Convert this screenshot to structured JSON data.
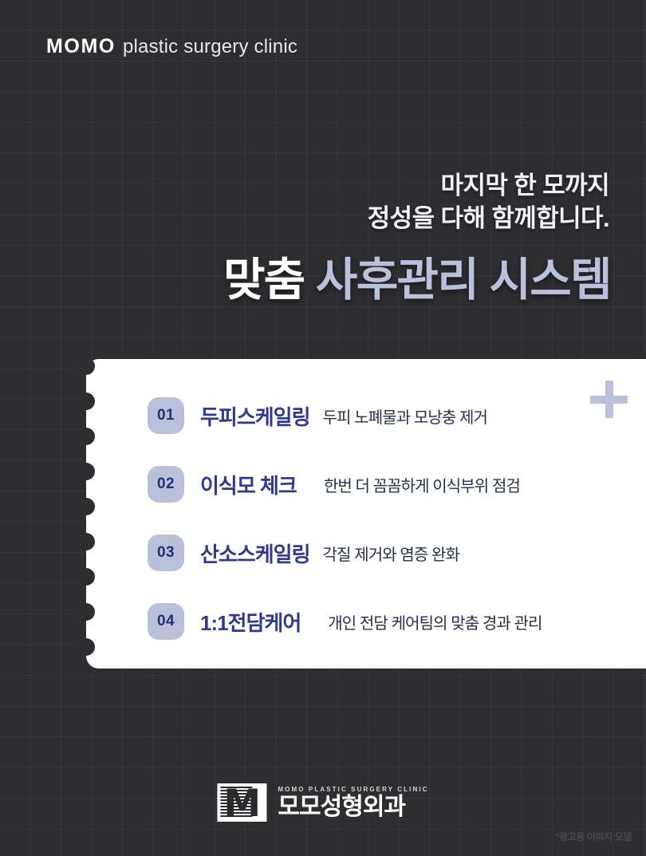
{
  "colors": {
    "background": "#2e2e30",
    "grid_line": "#3a3a3e",
    "card_bg": "#ffffff",
    "accent_periwinkle": "#b9c1dd",
    "badge_bg": "#b9c0da",
    "badge_text": "#262f73",
    "item_title": "#2f3a8c",
    "item_desc": "#243047",
    "headline": "#f2f2f4",
    "disclaimer": "#4a4a4d"
  },
  "brand": {
    "mark": "MOMO",
    "sub": "plastic surgery clinic"
  },
  "headline": {
    "line1": "마지막 한 모까지",
    "line2": "정성을 다해 함께합니다."
  },
  "title": {
    "white_part": "맞춤",
    "accent_part": "사후관리 시스템"
  },
  "card": {
    "plus_icon": "plus-icon",
    "items": [
      {
        "number": "01",
        "title": "두피스케일링",
        "desc": "두피 노폐물과 모낭충 제거"
      },
      {
        "number": "02",
        "title": "이식모 체크",
        "desc": "한번 더 꼼꼼하게 이식부위 점검"
      },
      {
        "number": "03",
        "title": "산소스케일링",
        "desc": "각질 제거와 염증 완화"
      },
      {
        "number": "04",
        "title": "1:1전담케어",
        "desc": "개인 전담 케어팀의 맞춤 경과 관리"
      }
    ]
  },
  "footer": {
    "logo_letter": "M",
    "tagline": "MOMO PLASTIC SURGERY CLINIC",
    "name": "모모성형외과",
    "disclaimer": "*광고용 이미지 모델"
  }
}
